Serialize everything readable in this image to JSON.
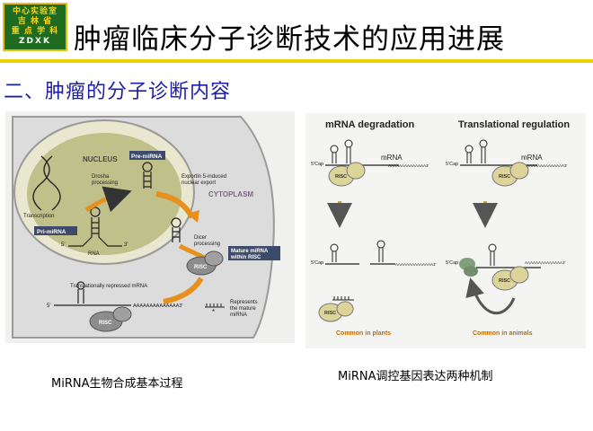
{
  "logo": {
    "line1": "中心实验室",
    "line2": "吉 林 省",
    "line3": "重 点 学 科",
    "line4": "ZDXK"
  },
  "title": "肿瘤临床分子诊断技术的应用进展",
  "subtitle": "二、肿瘤的分子诊断内容",
  "figure_left": {
    "nucleus": "NUCLEUS",
    "cytoplasm": "CYTOPLASM",
    "pre_mirna": "Pre-miRNA",
    "drosha": "Drosha\nprocessing",
    "transcription": "Transcription",
    "exportin": "Exportin 5-induced\nnuclear export",
    "pri_mirna": "Pri-miRNA",
    "rna": "RNA",
    "five_prime": "5'",
    "three_prime": "3'",
    "dicer": "Dicer\nprocessing",
    "mature_within_risc": "Mature miRNA\nwithin RISC",
    "risc": "RISC",
    "translationally_repressed": "Translationally repressed mRNA",
    "poly_a": "AAAAAAAAAAAAAA3'",
    "represents": "Represents\nthe mature\nmiRNA"
  },
  "figure_right": {
    "panel1_title": "mRNA degradation",
    "panel2_title": "Translational regulation",
    "mrna": "mRNA",
    "cap": "5'Cap",
    "risc": "RISC",
    "poly_a": "AAAAAAAAAAAAAA3'",
    "common_plants": "Common in plants",
    "common_animals": "Common in animals"
  },
  "captions": {
    "left": "MiRNA生物合成基本过程",
    "right": "MiRNA调控基因表达两种机制"
  },
  "colors": {
    "accent_rule": "#f0d000",
    "subtitle": "#1d1da8",
    "arrow": "#e8901c",
    "risc": "#ddd49a",
    "label_orange": "#c07000"
  }
}
